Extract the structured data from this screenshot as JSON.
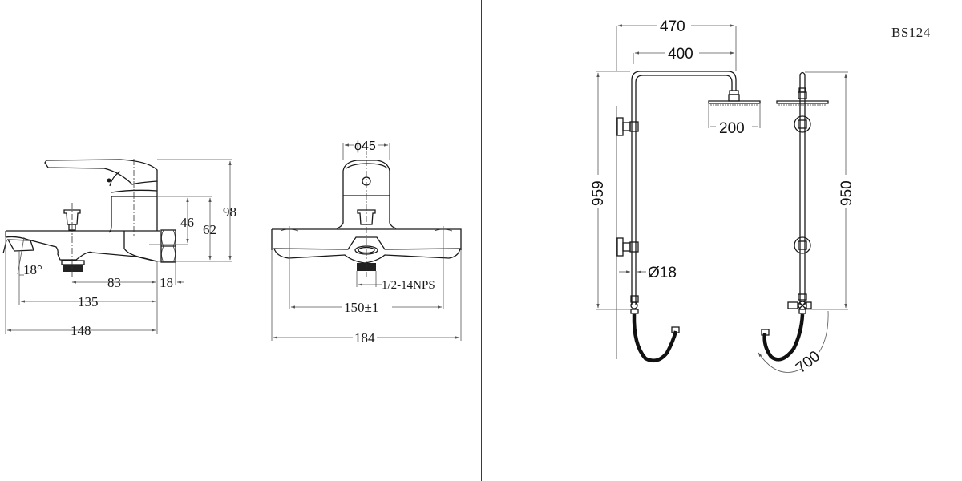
{
  "drawing": {
    "model_code": "BS124",
    "colors": {
      "line": "#1a1a1a",
      "dimension": "#555555",
      "background": "#ffffff"
    }
  },
  "faucet_side_view": {
    "dimensions": {
      "height_total": "98",
      "height_body": "62",
      "height_handle_axis": "46",
      "angle_spout": "18°",
      "outlet_to_body": "83",
      "nut_width": "18",
      "spout_to_body": "135",
      "total_length": "148"
    }
  },
  "faucet_front_view": {
    "dimensions": {
      "handle_diameter": "ϕ45",
      "outlet_thread": "1/2-14NPS",
      "center_distance": "150±1",
      "total_width": "184"
    }
  },
  "shower_front_view": {
    "dimensions": {
      "arm_total": "470",
      "arm_reach": "400",
      "head_diameter": "200",
      "total_height": "959",
      "pipe_diameter": "Ø18"
    }
  },
  "shower_side_view": {
    "dimensions": {
      "pipe_height": "950",
      "hose_length": "700"
    }
  }
}
